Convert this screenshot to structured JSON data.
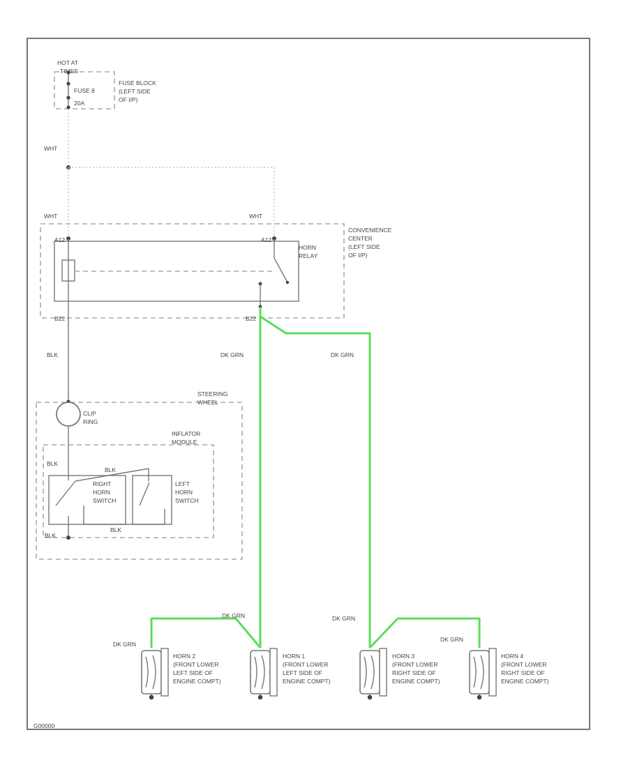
{
  "colors": {
    "wire_highlight": "#5cdc5c",
    "line": "#777777",
    "text": "#444444"
  },
  "fuse": {
    "hot_at_line1": "HOT AT",
    "hot_at_line2": "TIMES",
    "fuse_name": "FUSE 8",
    "fuse_amp": "20A",
    "block_line1": "FUSE BLOCK",
    "block_line2": "(LEFT SIDE",
    "block_line3": "OF I/P)"
  },
  "wires": {
    "wht_top": "WHT",
    "wht_left": "WHT",
    "wht_right": "WHT",
    "blk_a": "BLK",
    "blk_b": "BLK",
    "blk_c": "BLK",
    "blk_d": "BLK",
    "blk_e": "BLK"
  },
  "connectors": {
    "a12_left": "A12",
    "a12_right": "A12",
    "b22_left": "B22",
    "b22_right": "B22"
  },
  "convenience_center": {
    "line1": "CONVENIENCE",
    "line2": "CENTER",
    "line3": "(LEFT SIDE",
    "line4": "OF I/P)"
  },
  "horn_relay": {
    "line1": "HORN",
    "line2": "RELAY"
  },
  "steering_wheel": {
    "line1": "STEERING",
    "line2": "WHEEL"
  },
  "clip_ring": {
    "line1": "CLIP",
    "line2": "RING"
  },
  "inflator_module": {
    "line1": "INFLATOR",
    "line2": "MODULE"
  },
  "right_horn_switch": {
    "line1": "RIGHT",
    "line2": "HORN",
    "line3": "SWITCH"
  },
  "left_horn_switch": {
    "line1": "LEFT",
    "line2": "HORN",
    "line3": "SWITCH"
  },
  "dk_grn": {
    "relay_left": "DK GRN",
    "relay_right": "DK GRN",
    "h1": "DK GRN",
    "h2": "DK GRN",
    "h3": "DK GRN",
    "h4": "DK GRN"
  },
  "horns": [
    {
      "name": "HORN 2",
      "l2": "(FRONT LOWER",
      "l3": "LEFT SIDE OF",
      "l4": "ENGINE COMPT)"
    },
    {
      "name": "HORN 1",
      "l2": "(FRONT LOWER",
      "l3": "LEFT SIDE OF",
      "l4": "ENGINE COMPT)"
    },
    {
      "name": "HORN 3",
      "l2": "(FRONT LOWER",
      "l3": "RIGHT SIDE OF",
      "l4": "ENGINE COMPT)"
    },
    {
      "name": "HORN 4",
      "l2": "(FRONT LOWER",
      "l3": "RIGHT SIDE OF",
      "l4": "ENGINE COMPT)"
    }
  ],
  "figure_id": "G00000"
}
